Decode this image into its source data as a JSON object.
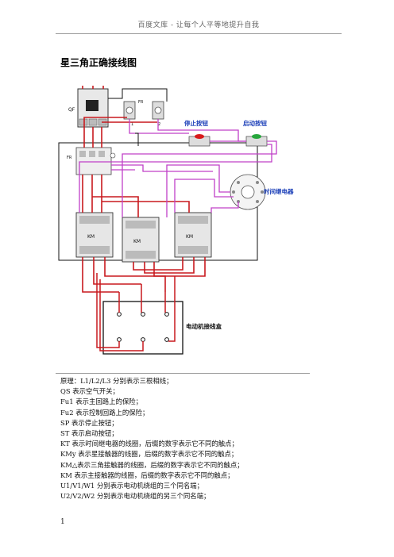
{
  "header": {
    "text": "百度文库 - 让每个人平等地提升自我"
  },
  "title": "星三角正确接线图",
  "diagram": {
    "labels": {
      "qf": "QF",
      "fr_top": "FR",
      "fu_1": "1",
      "fu_2": "2",
      "fr_left": "FR",
      "stop_button": "停止按钮",
      "start_button": "启动按钮",
      "time_relay": "时间继电器",
      "km": "KM",
      "motor_box": "电动机接线盒"
    },
    "colors": {
      "red": "#c8191e",
      "magenta": "#c040c8",
      "black": "#111111",
      "relay_blue": "#1b3fb8",
      "stop_red": "#d81c1c",
      "start_green": "#26a63c"
    }
  },
  "body": {
    "lines": [
      "原理：L1/L2/L3 分别表示三根相线；",
      "QS 表示空气开关；",
      "Fu1 表示主回路上的保险；",
      "Fu2 表示控制回路上的保险；",
      "SP 表示停止按钮；",
      "ST 表示启动按钮；",
      "KT 表示时间继电器的线圈，后缀的数字表示它不同的触点；",
      "KMy 表示星接触器的线圈，后缀的数字表示它不同的触点；",
      "KM△表示三角接触器的线圈，后缀的数字表示它不同的触点；",
      "KM 表示主接触器的线圈，后缀的数字表示它不同的触点；",
      "U1/V1/W1 分别表示电动机绕组的三个同名端；",
      "U2/V2/W2 分别表示电动机绕组的另三个同名端；"
    ]
  },
  "footer": {
    "page_number": "1"
  }
}
